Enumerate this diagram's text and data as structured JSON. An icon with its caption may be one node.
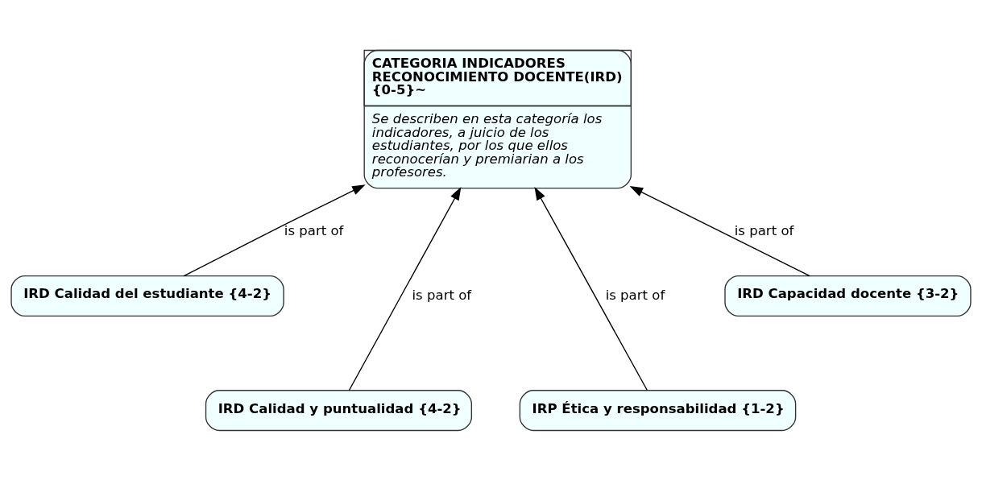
{
  "diagram": {
    "nodes": [
      {
        "text": [
          "CATEGORIA INDICADORES RECONOCIMIENTO DOCENTE(IRD) {0-5}~",
          "Se describen en esta categoría los indicadores, a juicio de los estudiantes, por los que ellos reconocerían y premiarian a los profesores."
        ]
      },
      {
        "text": [
          "IRD Calidad del estudiante {4-2}"
        ]
      },
      {
        "text": [
          "IRD Calidad y puntualidad {4-2}"
        ]
      },
      {
        "text": [
          "IRP Ética y responsabilidad {1-2}"
        ]
      },
      {
        "text": [
          "IRD Capacidad docente {3-2}"
        ]
      }
    ],
    "edges": [
      {
        "from": 1,
        "to": 0,
        "arrow": "to",
        "label": "is part of"
      },
      {
        "from": 2,
        "to": 0,
        "arrow": "to",
        "label": "is part of"
      },
      {
        "from": 3,
        "to": 0,
        "arrow": "to",
        "label": "is part of"
      },
      {
        "from": 4,
        "to": 0,
        "arrow": "to",
        "label": "is part of"
      }
    ]
  }
}
